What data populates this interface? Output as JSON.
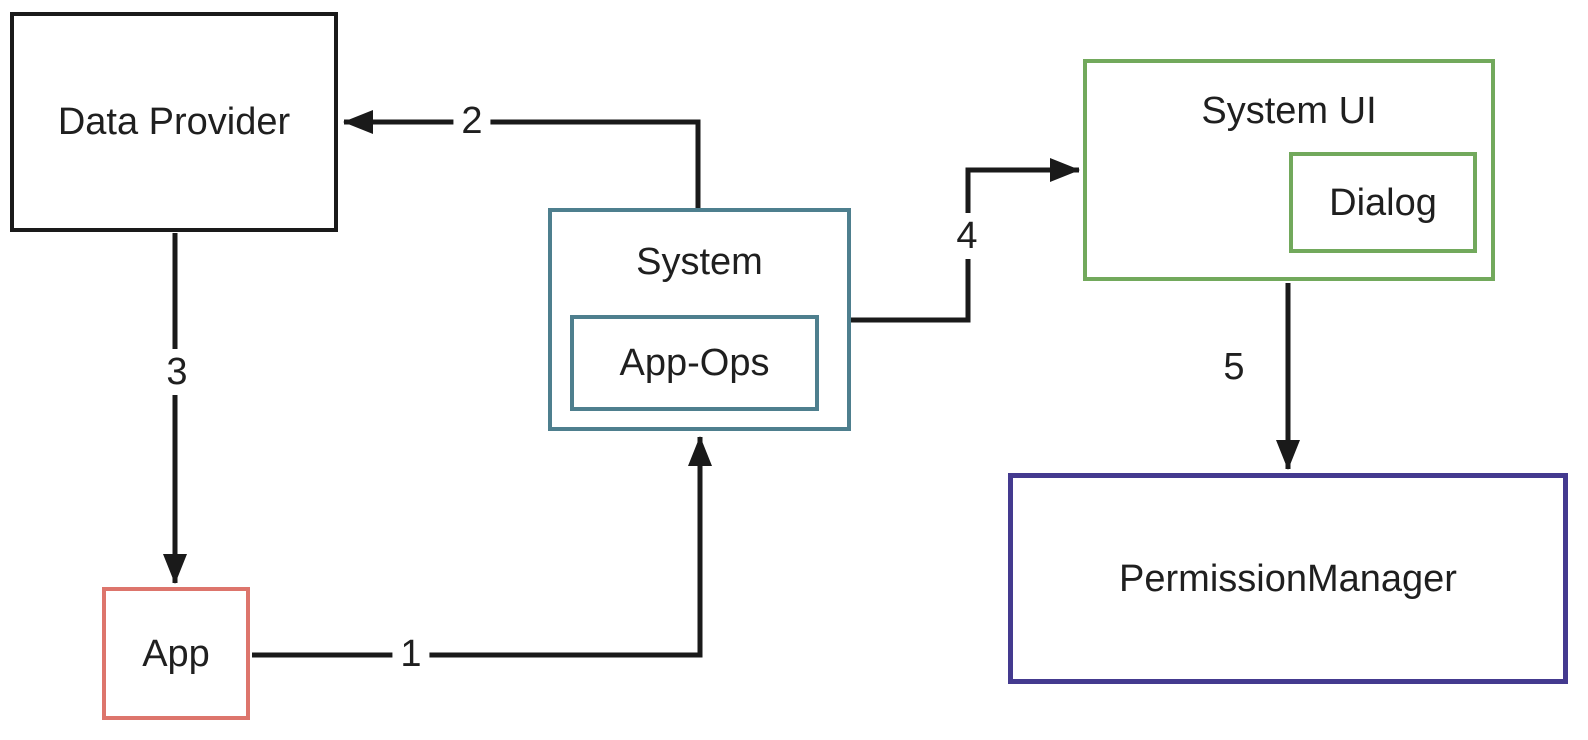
{
  "diagram": {
    "background_color": "#ffffff",
    "line_color": "#1a1a1a",
    "nodes": {
      "data_provider": {
        "label": "Data Provider",
        "border_color": "#1a1a1a"
      },
      "app": {
        "label": "App",
        "border_color": "#dd756c"
      },
      "system": {
        "label": "System",
        "border_color": "#4e7f8e"
      },
      "app_ops": {
        "label": "App-Ops",
        "border_color": "#4e7f8e"
      },
      "system_ui": {
        "label": "System UI",
        "border_color": "#72a95c"
      },
      "dialog": {
        "label": "Dialog",
        "border_color": "#72a95c"
      },
      "permission_manager": {
        "label": "PermissionManager",
        "border_color": "#443a8f"
      }
    },
    "edges": {
      "e1": {
        "label": "1",
        "from": "App",
        "to": "System"
      },
      "e2": {
        "label": "2",
        "from": "System",
        "to": "Data Provider"
      },
      "e3": {
        "label": "3",
        "from": "Data Provider",
        "to": "App"
      },
      "e4": {
        "label": "4",
        "from": "System",
        "to": "System UI"
      },
      "e5": {
        "label": "5",
        "from": "System UI",
        "to": "PermissionManager"
      }
    }
  }
}
